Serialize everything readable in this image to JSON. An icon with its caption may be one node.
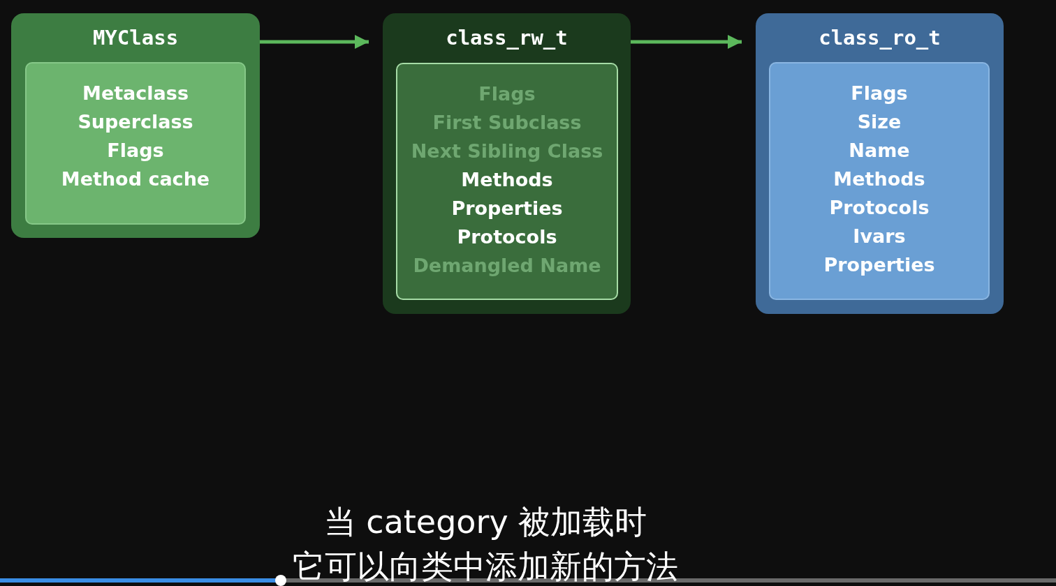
{
  "diagram": {
    "nodes": [
      {
        "text": [
          "MYClass"
        ]
      },
      {
        "text": [
          "Metaclass",
          "Superclass",
          "Flags",
          "Method cache"
        ],
        "in": 0
      },
      {
        "text": [
          "class_rw_t"
        ]
      },
      {
        "text": [
          "Flags",
          "First Subclass",
          "Next Sibling Class",
          "Methods",
          "Properties",
          "Protocols",
          "Demangled Name"
        ],
        "in": 2
      },
      {
        "text": [
          "class_ro_t"
        ]
      },
      {
        "text": [
          "Flags",
          "Size",
          "Name",
          "Methods",
          "Protocols",
          "Ivars",
          "Properties"
        ],
        "in": 4
      }
    ],
    "edges": [
      {
        "from": 0,
        "to": 2,
        "arrow": "to"
      },
      {
        "from": 2,
        "to": 4,
        "arrow": "to"
      }
    ],
    "labels": [
      "当 category 被加载时",
      "它可以向类中添加新的方法"
    ]
  }
}
